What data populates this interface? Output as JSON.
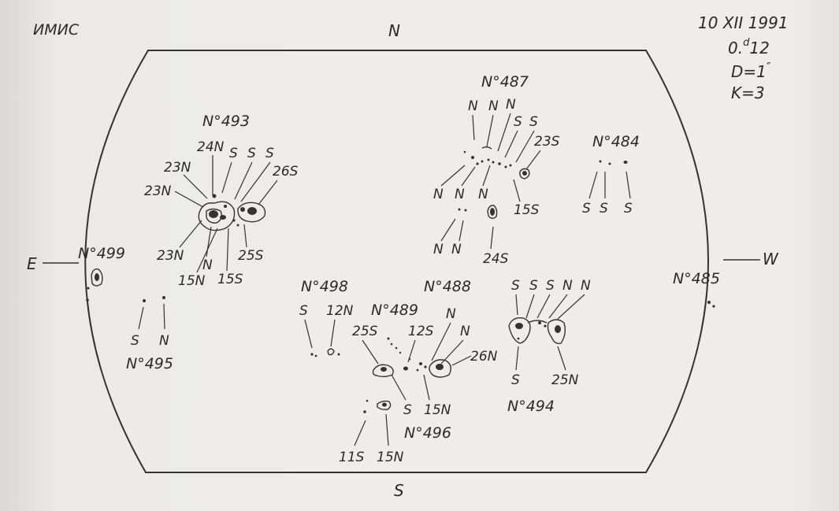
{
  "header": {
    "observatory": "ИМИС",
    "date": "10 XII 1991",
    "time_base": "0.",
    "time_sup": "d",
    "time_val": "12",
    "d_base": "D=1",
    "d_sup": "″",
    "k_value": "K=3"
  },
  "compass": {
    "north": "N",
    "south": "S",
    "east": "E",
    "west": "W"
  },
  "groups": {
    "g493": {
      "number": "N°493",
      "polarities": [
        "24N",
        "S",
        "S",
        "S",
        "23N",
        "26S",
        "23N",
        "23N",
        "N",
        "15N",
        "15S",
        "25S"
      ]
    },
    "g487": {
      "number": "N°487",
      "polarities": [
        "N",
        "N",
        "N",
        "S",
        "S",
        "23S",
        "N",
        "N",
        "N",
        "15S",
        "N",
        "N",
        "24S"
      ]
    },
    "g484": {
      "number": "N°484",
      "polarities": [
        "S",
        "S",
        "S"
      ]
    },
    "g499": {
      "number": "N°499"
    },
    "g495": {
      "number": "N°495",
      "polarities": [
        "S",
        "N"
      ]
    },
    "g498": {
      "number": "N°498",
      "polarities": [
        "S",
        "12N"
      ]
    },
    "g488": {
      "number": "N°488",
      "polarities": [
        "N",
        "N",
        "26N",
        "15N"
      ]
    },
    "g489": {
      "number": "N°489",
      "polarities": [
        "25S",
        "12S",
        "S"
      ]
    },
    "g494": {
      "number": "N°494",
      "polarities": [
        "S",
        "S",
        "S",
        "N",
        "N",
        "S",
        "25N"
      ]
    },
    "g485": {
      "number": "N°485"
    },
    "g496": {
      "number": "N°496",
      "polarities": [
        "11S",
        "15N"
      ]
    }
  }
}
